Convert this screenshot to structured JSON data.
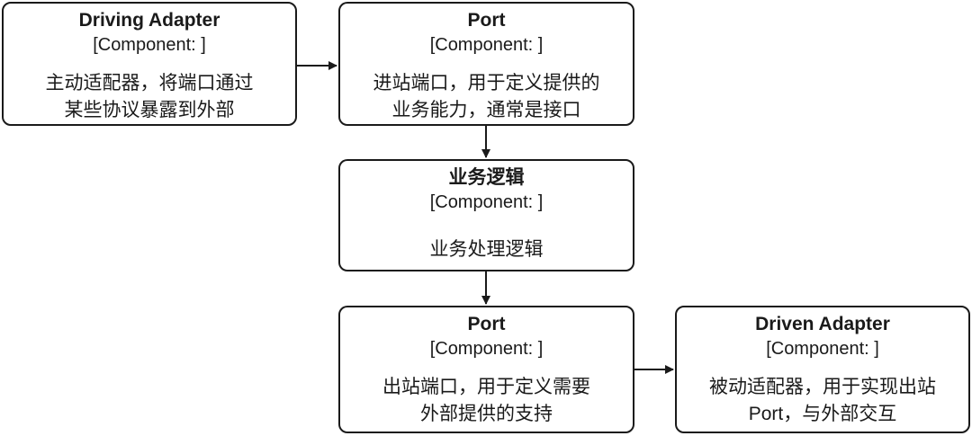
{
  "diagram": {
    "nodes": [
      {
        "id": "driving-adapter",
        "title": "Driving Adapter",
        "stereotype": "[Component: ]",
        "description": "主动适配器，将端口通过\n某些协议暴露到外部"
      },
      {
        "id": "inbound-port",
        "title": "Port",
        "stereotype": "[Component: ]",
        "description": "进站端口，用于定义提供的\n业务能力，通常是接口"
      },
      {
        "id": "business-logic",
        "title": "业务逻辑",
        "stereotype": "[Component: ]",
        "description": "业务处理逻辑"
      },
      {
        "id": "outbound-port",
        "title": "Port",
        "stereotype": "[Component: ]",
        "description": "出站端口，用于定义需要\n外部提供的支持"
      },
      {
        "id": "driven-adapter",
        "title": "Driven Adapter",
        "stereotype": "[Component: ]",
        "description": "被动适配器，用于实现出站\nPort，与外部交互"
      }
    ],
    "edges": [
      {
        "from": "driving-adapter",
        "to": "inbound-port"
      },
      {
        "from": "inbound-port",
        "to": "business-logic"
      },
      {
        "from": "business-logic",
        "to": "outbound-port"
      },
      {
        "from": "outbound-port",
        "to": "driven-adapter"
      }
    ],
    "colors": {
      "stroke": "#1a1a1a",
      "fill": "#ffffff"
    }
  }
}
